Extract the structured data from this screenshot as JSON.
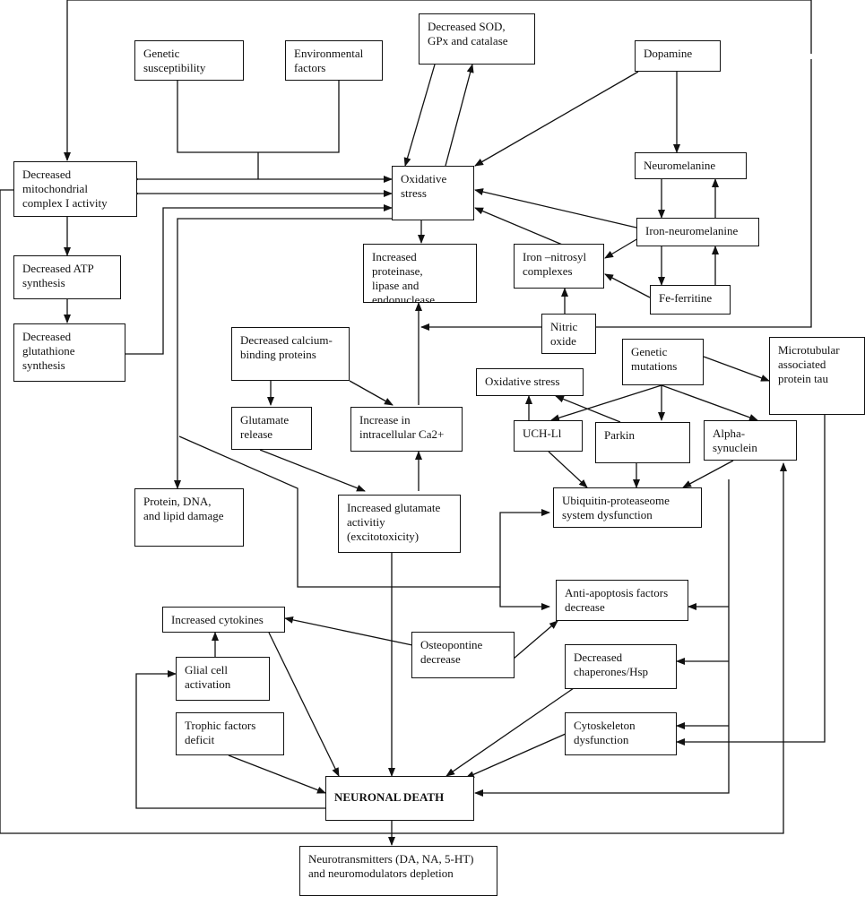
{
  "nodes": {
    "decreased_sod": "Decreased SOD,\nGPx and catalase",
    "genetic_susceptibility": "Genetic\nsusceptibility",
    "environmental_factors": "Environmental\nfactors",
    "dopamine": "Dopamine",
    "decreased_complex_i": "Decreased\nmitochondrial\ncomplex I activity",
    "oxidative_stress_main": "Oxidative\nstress",
    "neuromelanine": "Neuromelanine",
    "iron_neuromelanine": "Iron-neuromelanine",
    "decreased_atp": "Decreased ATP\nsynthesis",
    "increased_proteinase": "Increased proteinase,\nlipase and\nendonuclease activity",
    "iron_nitrosyl": "Iron –nitrosyl\ncomplexes",
    "fe_ferritine": "Fe-ferritine",
    "decreased_glutathione": "Decreased\nglutathione\nsynthesis",
    "nitric_oxide": "Nitric\noxide",
    "decreased_calcium_binding": "Decreased calcium-\nbinding proteins",
    "genetic_mutations": "Genetic\nmutations",
    "microtubular_tau": "Microtubular\nassociated\nprotein tau",
    "oxidative_stress_2": "Oxidative stress",
    "glutamate_release": "Glutamate\nrelease",
    "increase_intracellular_ca": "Increase in\nintracellular Ca2+",
    "uch_l1": "UCH-Ll",
    "parkin": "Parkin",
    "alpha_synuclein": "Alpha-\nsynuclein",
    "protein_dna_damage": "Protein, DNA,\nand lipid damage",
    "increased_glutamate": "Increased glutamate\nactivitiy\n(excitotoxicity)",
    "ubiquitin_dysfunction": "Ubiquitin-proteaseome\nsystem dysfunction",
    "anti_apoptosis": "Anti-apoptosis factors\ndecrease",
    "increased_cytokines": "Increased cytokines",
    "osteopontine": "Osteopontine\ndecrease",
    "glial_activation": "Glial cell\nactivation",
    "decreased_chaperones": "Decreased\nchaperones/Hsp",
    "trophic_deficit": "Trophic factors\ndeficit",
    "cytoskeleton_dysfunction": "Cytoskeleton\ndysfunction",
    "neuronal_death": "NEURONAL DEATH",
    "neurotransmitters_depletion": "Neurotransmitters (DA, NA, 5-HT)\nand neuromodulators depletion"
  },
  "colors": {
    "stroke": "#111111",
    "box_fill": "#ffffff"
  }
}
